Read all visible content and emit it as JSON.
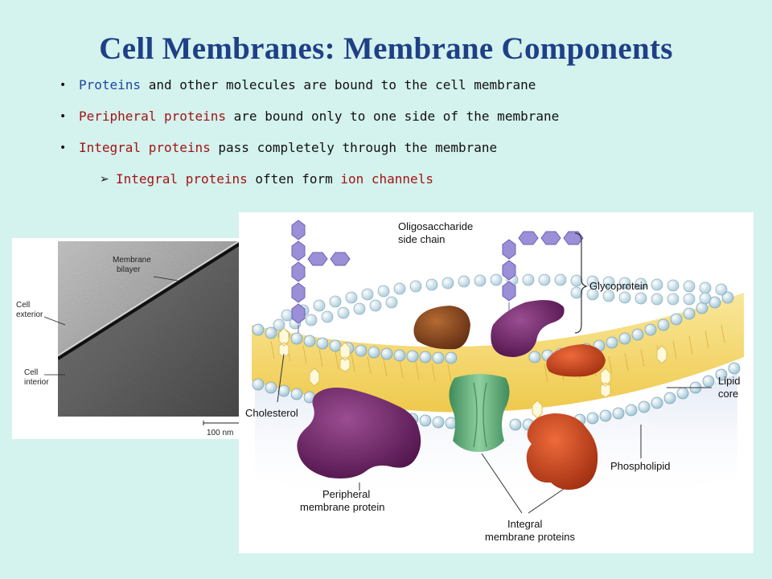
{
  "slide": {
    "title": "Cell Membranes: Membrane Components",
    "bullets": [
      {
        "highlight": "Proteins",
        "rest": " and other molecules are bound to the cell membrane"
      },
      {
        "highlight": "Peripheral proteins",
        "rest": " are bound only to one side of the membrane"
      },
      {
        "highlight": "Integral proteins",
        "rest": " pass completely through the membrane"
      }
    ],
    "sub_bullet": {
      "part1": "Integral proteins",
      "part2": " often form ",
      "part3": "ion channels"
    },
    "bullet_symbol": "•",
    "sub_bullet_symbol": "➢"
  },
  "micrograph": {
    "labels": {
      "membrane_bilayer_1": "Membrane",
      "membrane_bilayer_2": "bilayer",
      "cell_exterior_1": "Cell",
      "cell_exterior_2": "exterior",
      "cell_interior_1": "Cell",
      "cell_interior_2": "interior",
      "scale": "100 nm"
    }
  },
  "diagram": {
    "labels": {
      "oligo_1": "Oligosaccharide",
      "oligo_2": "side chain",
      "glycoprotein": "Glycoprotein",
      "lipid_1": "Lipid",
      "lipid_2": "core",
      "cholesterol": "Cholesterol",
      "phospholipid": "Phospholipid",
      "peripheral_1": "Peripheral",
      "peripheral_2": "membrane protein",
      "integral_1": "Integral",
      "integral_2": "membrane proteins"
    }
  },
  "colors": {
    "background": "#d4f2ee",
    "title": "#1f3f86",
    "highlight_blue": "#1f47a0",
    "highlight_red": "#a31313",
    "lipid_core": "#f6dc78",
    "phospholipid_head": "#cfe6f0",
    "oligosaccharide": "#9b8fd8",
    "peripheral_protein": "#6a1f63",
    "channel_protein": "#5aa872",
    "integral_protein": "#c8401c",
    "brown_protein": "#8a4a22"
  }
}
